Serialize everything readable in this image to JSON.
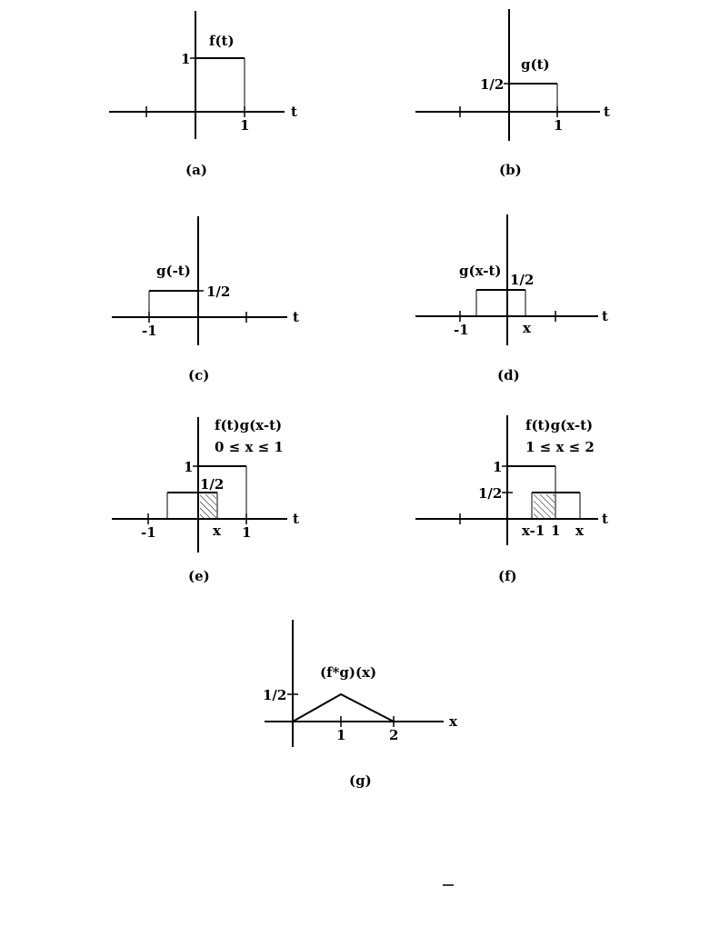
{
  "panels": {
    "a": {
      "caption": "(a)",
      "function_label": "f(t)",
      "axis_label": "t",
      "y_tick": "1",
      "x_tick": "1"
    },
    "b": {
      "caption": "(b)",
      "function_label": "g(t)",
      "axis_label": "t",
      "y_tick": "1/2",
      "x_tick": "1"
    },
    "c": {
      "caption": "(c)",
      "function_label": "g(-t)",
      "axis_label": "t",
      "y_tick": "1/2",
      "x_tick": "-1"
    },
    "d": {
      "caption": "(d)",
      "function_label": "g(x-t)",
      "axis_label": "t",
      "y_tick": "1/2",
      "x_tick_neg": "-1",
      "x_tick_x": "x"
    },
    "e": {
      "caption": "(e)",
      "function_label": "f(t)g(x-t)",
      "condition": "0 ≤ x ≤ 1",
      "axis_label": "t",
      "y_tick_1": "1",
      "y_tick_half": "1/2",
      "x_tick_neg": "-1",
      "x_tick_x": "x",
      "x_tick_1": "1"
    },
    "f": {
      "caption": "(f)",
      "function_label": "f(t)g(x-t)",
      "condition": "1 ≤ x ≤ 2",
      "axis_label": "t",
      "y_tick_1": "1",
      "y_tick_half": "1/2",
      "x_tick_xm1": "x-1",
      "x_tick_1": "1",
      "x_tick_x": "x"
    },
    "g": {
      "caption": "(g)",
      "function_label": "(f*g)(x)",
      "axis_label": "x",
      "y_tick_half": "1/2",
      "x_tick_1": "1",
      "x_tick_2": "2"
    }
  }
}
